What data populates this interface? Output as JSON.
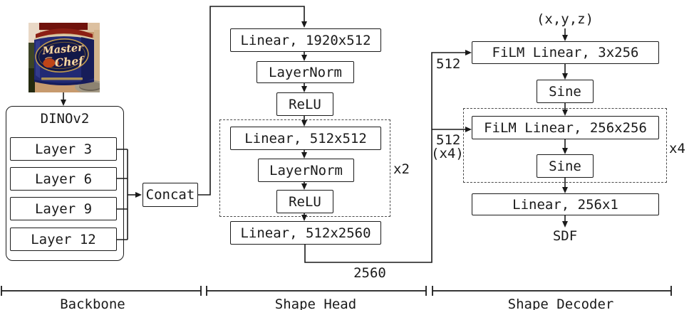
{
  "photo": {
    "brand_line1": "Master",
    "brand_line2": "Chef"
  },
  "backbone": {
    "title": "DINOv2",
    "layers": [
      "Layer 3",
      "Layer 6",
      "Layer 9",
      "Layer 12"
    ],
    "concat": "Concat",
    "section": "Backbone"
  },
  "shape_head": {
    "linear_in": "Linear, 1920x512",
    "layernorm1": "LayerNorm",
    "relu1": "ReLU",
    "linear_mid": "Linear, 512x512",
    "layernorm2": "LayerNorm",
    "relu2": "ReLU",
    "repeat": "x2",
    "linear_out": "Linear, 512x2560",
    "out_dim": "2560",
    "section": "Shape Head"
  },
  "shape_decoder": {
    "input_coords": "(x,y,z)",
    "film1": "FiLM Linear, 3x256",
    "sine1": "Sine",
    "film2": "FiLM Linear, 256x256",
    "sine2": "Sine",
    "repeat": "x4",
    "cond_dim1": "512",
    "cond_dim2": "512",
    "cond_dim2_times": "(x4)",
    "linear_out": "Linear, 256x1",
    "output": "SDF",
    "section": "Shape Decoder"
  },
  "colors": {
    "line": "#1a1a1a",
    "background": "#ffffff"
  }
}
